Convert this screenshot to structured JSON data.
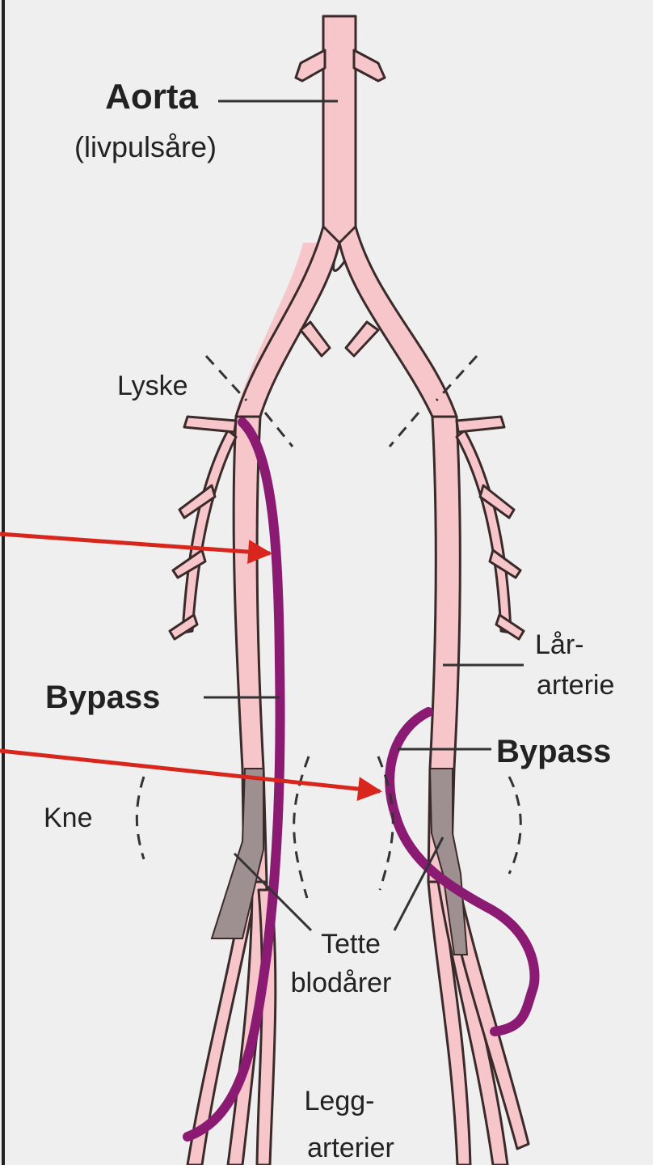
{
  "labels": {
    "aorta": "Aorta",
    "aorta_sub": "(livpulsåre)",
    "groin": "Lyske",
    "bypass_left": "Bypass",
    "knee": "Kne",
    "thigh_artery_line1": "Lår-",
    "thigh_artery_line2": "arterie",
    "bypass_right": "Bypass",
    "blocked_line1": "Tette",
    "blocked_line2": "blodårer",
    "leg_arteries_line1": "Legg-",
    "leg_arteries_line2": "arterier"
  },
  "colors": {
    "background": "#efefef",
    "artery_fill": "#f6c6ca",
    "artery_outline": "#3a2a2a",
    "blockage": "#9e9090",
    "bypass_graft": "#8a1a72",
    "pointer_arrow": "#d8261c",
    "leader_line": "#333333",
    "frame_border": "#222222"
  }
}
